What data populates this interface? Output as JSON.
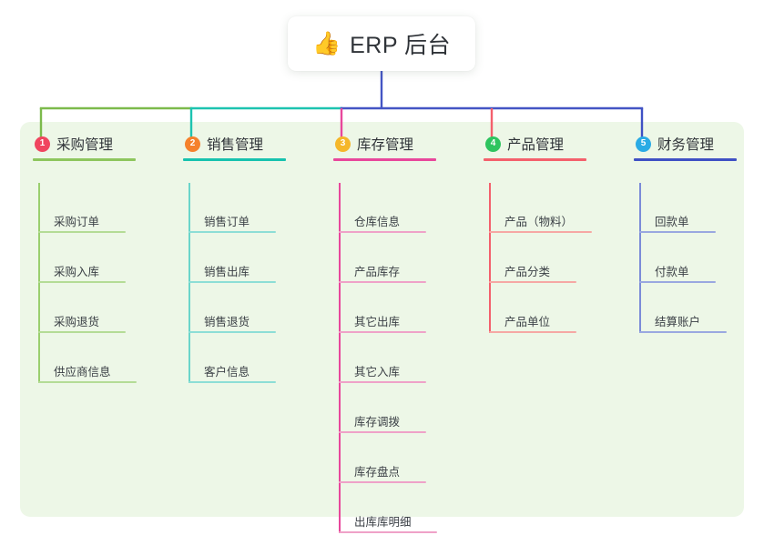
{
  "title": {
    "icon": "thumbs-up-icon",
    "emoji": "👍",
    "text": "ERP 后台"
  },
  "theme": {
    "page_bg": "#ffffff",
    "panel_bg": "#edf7e7",
    "card_bg": "#ffffff",
    "text": "#2f3338",
    "item_text": "#3a3f45",
    "trunk": "#4455c4"
  },
  "columns": [
    {
      "index": "1",
      "badge_color": "#f0455f",
      "color": "#7cba4c",
      "rule_color": "#8ec65e",
      "item_rule_color": "#b4dc96",
      "spine_color": "#9acf6e",
      "title": "采购管理",
      "items": [
        {
          "label": "采购订单",
          "rule_width": 96
        },
        {
          "label": "采购入库",
          "rule_width": 96
        },
        {
          "label": "采购退货",
          "rule_width": 96
        },
        {
          "label": "供应商信息",
          "rule_width": 108
        }
      ]
    },
    {
      "index": "2",
      "badge_color": "#f5812c",
      "color": "#1dc3b0",
      "rule_color": "#17c2ae",
      "item_rule_color": "#8dded6",
      "spine_color": "#6bd5ca",
      "title": "销售管理",
      "items": [
        {
          "label": "销售订单",
          "rule_width": 96
        },
        {
          "label": "销售出库",
          "rule_width": 96
        },
        {
          "label": "销售退货",
          "rule_width": 96
        },
        {
          "label": "客户信息",
          "rule_width": 96
        }
      ]
    },
    {
      "index": "3",
      "badge_color": "#f5b72a",
      "color": "#e8479b",
      "rule_color": "#e8479b",
      "item_rule_color": "#efa2c8",
      "spine_color": "#e8479b",
      "title": "库存管理",
      "items": [
        {
          "label": "仓库信息",
          "rule_width": 96
        },
        {
          "label": "产品库存",
          "rule_width": 96
        },
        {
          "label": "其它出库",
          "rule_width": 96
        },
        {
          "label": "其它入库",
          "rule_width": 96
        },
        {
          "label": "库存调拨",
          "rule_width": 96
        },
        {
          "label": "库存盘点",
          "rule_width": 96
        },
        {
          "label": "出库库明细",
          "rule_width": 108
        }
      ]
    },
    {
      "index": "4",
      "badge_color": "#2ec45f",
      "color": "#f4606c",
      "rule_color": "#f4606c",
      "item_rule_color": "#f6a8a4",
      "spine_color": "#f4606c",
      "title": "产品管理",
      "items": [
        {
          "label": "产品（物料）",
          "rule_width": 113
        },
        {
          "label": "产品分类",
          "rule_width": 96
        },
        {
          "label": "产品单位",
          "rule_width": 96
        }
      ]
    },
    {
      "index": "5",
      "badge_color": "#2aabe5",
      "color": "#3f51c4",
      "rule_color": "#3f51c4",
      "item_rule_color": "#9aa8e0",
      "spine_color": "#7b8bd8",
      "title": "财务管理",
      "items": [
        {
          "label": "回款单",
          "rule_width": 84
        },
        {
          "label": "付款单",
          "rule_width": 84
        },
        {
          "label": "结算账户",
          "rule_width": 96
        }
      ]
    }
  ]
}
